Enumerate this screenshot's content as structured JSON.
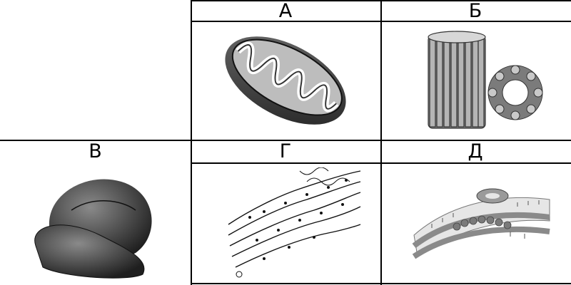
{
  "labels": {
    "a": "А",
    "b": "Б",
    "v": "В",
    "g": "Г",
    "d": "Д"
  },
  "colors": {
    "border": "#000000",
    "background": "#ffffff",
    "organelle_dark": "#3a3a3a",
    "organelle_mid": "#8a8a8a",
    "organelle_light": "#cfcfcf"
  },
  "icons": {
    "a": "mitochondrion-illustration",
    "b": "centriole-illustration",
    "v": "ribosome-illustration",
    "g": "endoplasmic-reticulum-illustration",
    "d": "nuclear-envelope-illustration"
  }
}
